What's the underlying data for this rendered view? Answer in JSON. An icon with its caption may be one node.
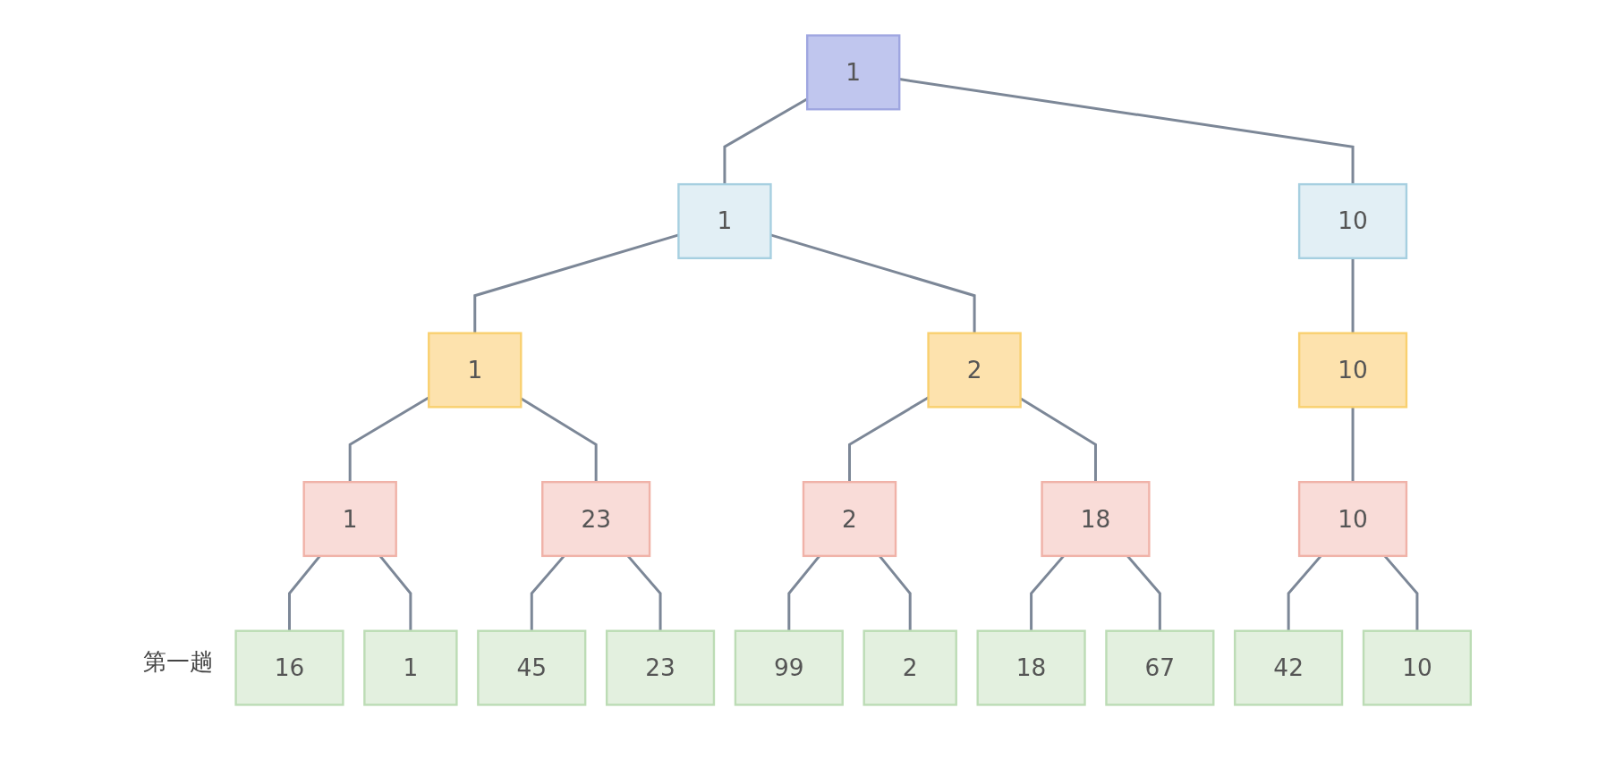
{
  "diagram": {
    "nodes": [
      {
        "text": [
          "1"
        ]
      },
      {
        "text": [
          "1"
        ]
      },
      {
        "text": [
          "10"
        ]
      },
      {
        "text": [
          "1"
        ]
      },
      {
        "text": [
          "2"
        ]
      },
      {
        "text": [
          "10"
        ]
      },
      {
        "text": [
          "1"
        ]
      },
      {
        "text": [
          "23"
        ]
      },
      {
        "text": [
          "2"
        ]
      },
      {
        "text": [
          "18"
        ]
      },
      {
        "text": [
          "10"
        ]
      },
      {
        "text": [
          "16"
        ]
      },
      {
        "text": [
          "1"
        ]
      },
      {
        "text": [
          "45"
        ]
      },
      {
        "text": [
          "23"
        ]
      },
      {
        "text": [
          "99"
        ]
      },
      {
        "text": [
          "2"
        ]
      },
      {
        "text": [
          "18"
        ]
      },
      {
        "text": [
          "67"
        ]
      },
      {
        "text": [
          "42"
        ]
      },
      {
        "text": [
          "10"
        ]
      }
    ],
    "edges": [
      {
        "from": 0,
        "to": 1,
        "arrow": "none"
      },
      {
        "from": 0,
        "to": 2,
        "arrow": "none"
      },
      {
        "from": 1,
        "to": 3,
        "arrow": "none"
      },
      {
        "from": 1,
        "to": 4,
        "arrow": "none"
      },
      {
        "from": 2,
        "to": 5,
        "arrow": "none"
      },
      {
        "from": 3,
        "to": 6,
        "arrow": "none"
      },
      {
        "from": 3,
        "to": 7,
        "arrow": "none"
      },
      {
        "from": 4,
        "to": 8,
        "arrow": "none"
      },
      {
        "from": 4,
        "to": 9,
        "arrow": "none"
      },
      {
        "from": 5,
        "to": 10,
        "arrow": "none"
      },
      {
        "from": 6,
        "to": 11,
        "arrow": "none"
      },
      {
        "from": 6,
        "to": 12,
        "arrow": "none"
      },
      {
        "from": 7,
        "to": 13,
        "arrow": "none"
      },
      {
        "from": 7,
        "to": 14,
        "arrow": "none"
      },
      {
        "from": 8,
        "to": 15,
        "arrow": "none"
      },
      {
        "from": 8,
        "to": 16,
        "arrow": "none"
      },
      {
        "from": 9,
        "to": 17,
        "arrow": "none"
      },
      {
        "from": 9,
        "to": 18,
        "arrow": "none"
      },
      {
        "from": 10,
        "to": 19,
        "arrow": "none"
      },
      {
        "from": 10,
        "to": 20,
        "arrow": "none"
      }
    ],
    "labels": [
      "第一趟"
    ]
  }
}
